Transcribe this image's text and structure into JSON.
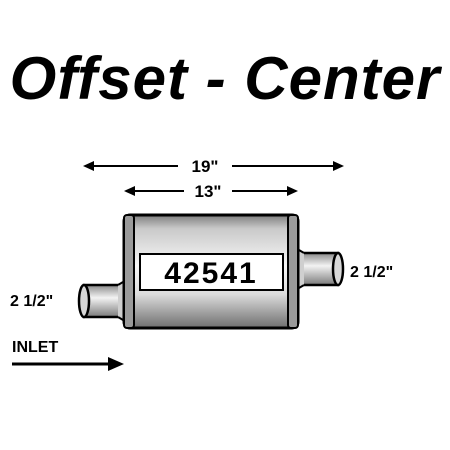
{
  "title": "Offset - Center",
  "dimensions": {
    "overall_length": "19\"",
    "body_length": "13\""
  },
  "part_number": "42541",
  "outlet_diameter": "2 1/2\"",
  "inlet_diameter": "2 1/2\"",
  "inlet_label": "INLET",
  "colors": {
    "ink": "#000000",
    "metal_light": "#f4f4f4",
    "metal_dark": "#8a8a8a",
    "background": "#ffffff"
  }
}
